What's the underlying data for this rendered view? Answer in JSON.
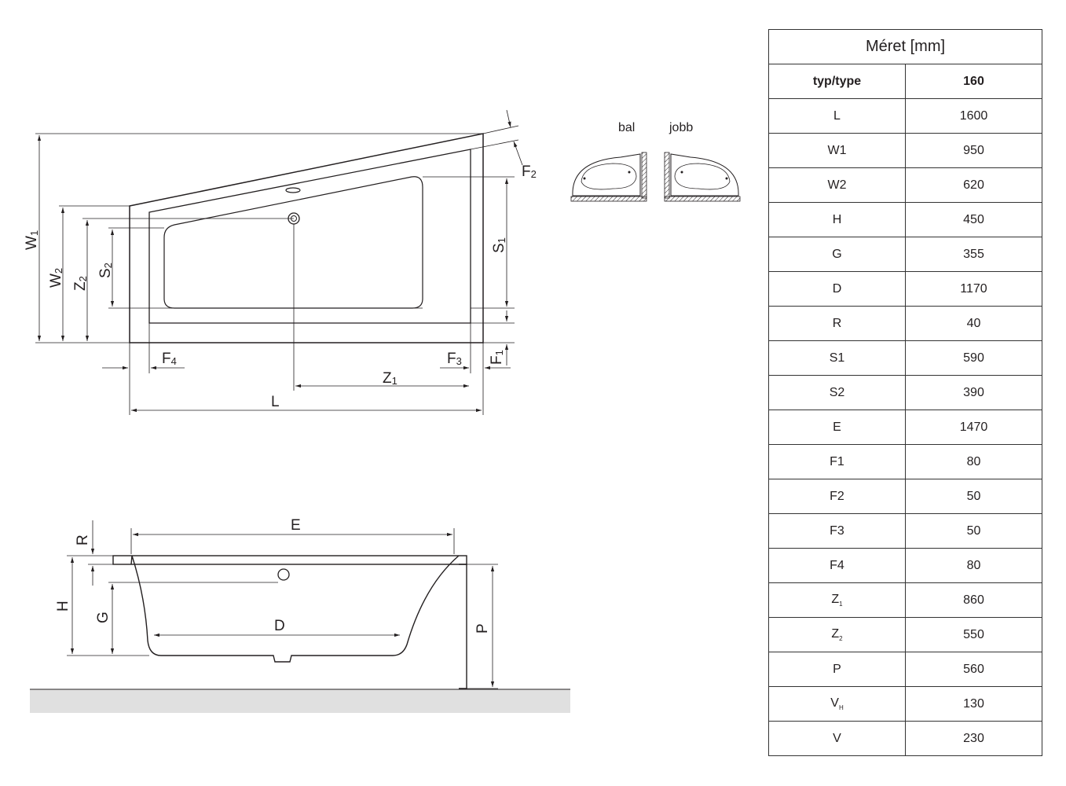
{
  "plan_labels": {
    "W": "W",
    "W1_sub": "1",
    "W2_sub": "2",
    "Z": "Z",
    "Z1_sub": "1",
    "Z2_sub": "2",
    "S": "S",
    "S1_sub": "1",
    "S2_sub": "2",
    "F": "F",
    "F1_sub": "1",
    "F2_sub": "2",
    "F3_sub": "3",
    "F4_sub": "4",
    "L": "L"
  },
  "side_labels": {
    "E": "E",
    "R": "R",
    "H": "H",
    "G": "G",
    "D": "D",
    "P": "P"
  },
  "orientation": {
    "left": "bal",
    "right": "jobb"
  },
  "table": {
    "title": "Méret [mm]",
    "header_key": "typ/type",
    "header_value": "160",
    "rows": [
      {
        "key": "L",
        "sub": "",
        "value": "1600"
      },
      {
        "key": "W1",
        "sub": "",
        "value": "950"
      },
      {
        "key": "W2",
        "sub": "",
        "value": "620"
      },
      {
        "key": "H",
        "sub": "",
        "value": "450"
      },
      {
        "key": "G",
        "sub": "",
        "value": "355"
      },
      {
        "key": "D",
        "sub": "",
        "value": "1170"
      },
      {
        "key": "R",
        "sub": "",
        "value": "40"
      },
      {
        "key": "S1",
        "sub": "",
        "value": "590"
      },
      {
        "key": "S2",
        "sub": "",
        "value": "390"
      },
      {
        "key": "E",
        "sub": "",
        "value": "1470"
      },
      {
        "key": "F1",
        "sub": "",
        "value": "80"
      },
      {
        "key": "F2",
        "sub": "",
        "value": "50"
      },
      {
        "key": "F3",
        "sub": "",
        "value": "50"
      },
      {
        "key": "F4",
        "sub": "",
        "value": "80"
      },
      {
        "key": "Z",
        "sub": "1",
        "value": "860"
      },
      {
        "key": "Z",
        "sub": "2",
        "value": "550"
      },
      {
        "key": "P",
        "sub": "",
        "value": "560"
      },
      {
        "key": "V",
        "sub": "H",
        "value": "130"
      },
      {
        "key": "V",
        "sub": "",
        "value": "230"
      }
    ]
  },
  "colors": {
    "ink": "#231f20",
    "floor": "#e0e0e0"
  }
}
